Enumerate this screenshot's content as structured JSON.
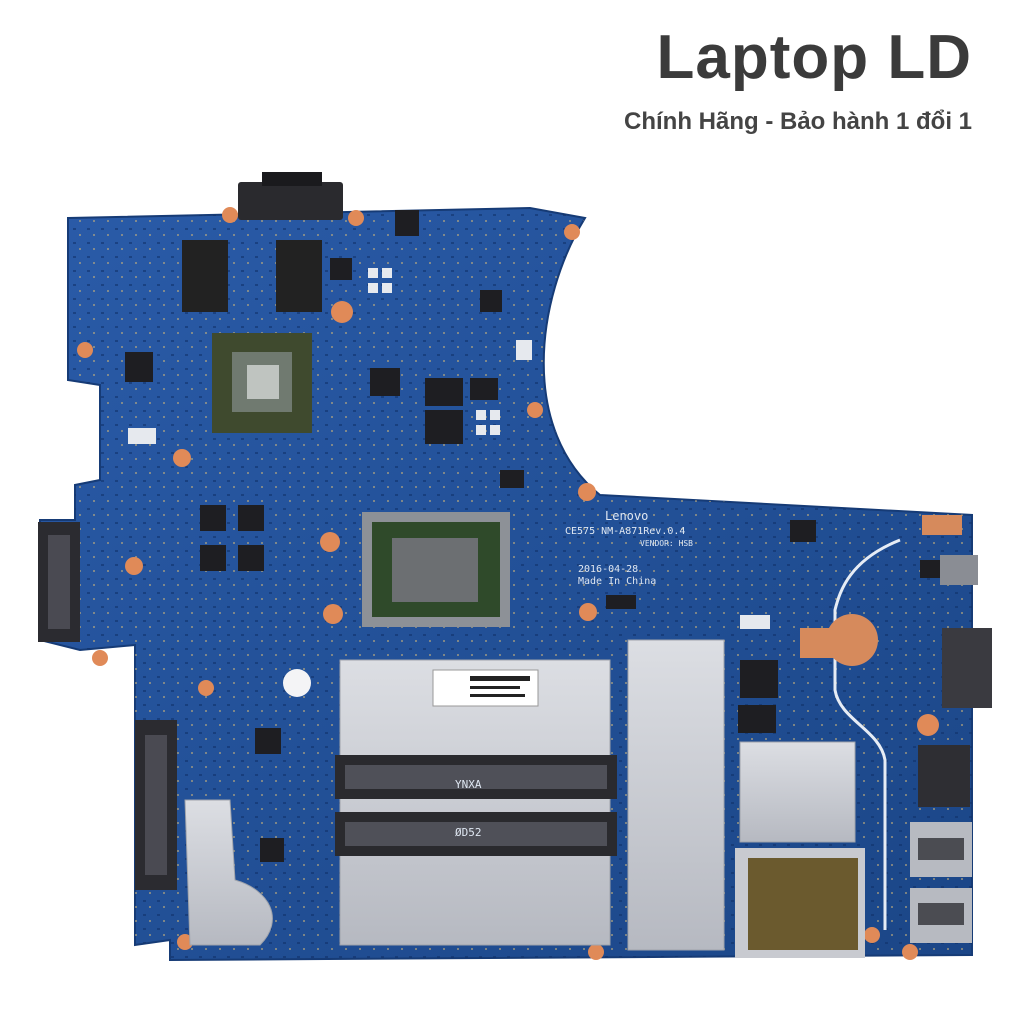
{
  "header": {
    "title": "Laptop LD",
    "subtitle": "Chính Hãng - Bảo hành 1 đổi 1"
  },
  "board": {
    "brand_print": "Lenovo",
    "model_print": "CE575  NM-A871Rev.0.4",
    "vendor_print": "VENDOR: HSB",
    "date_print": "2016-04-28",
    "origin_print": "Made In China",
    "slot_code_top": "YNXA",
    "slot_code_bottom": "ØD52",
    "colors": {
      "pcb": "#1f4f9b",
      "pcb_dark": "#173f7e",
      "shield": "#c9ccd3",
      "pad": "#e08a58"
    }
  }
}
